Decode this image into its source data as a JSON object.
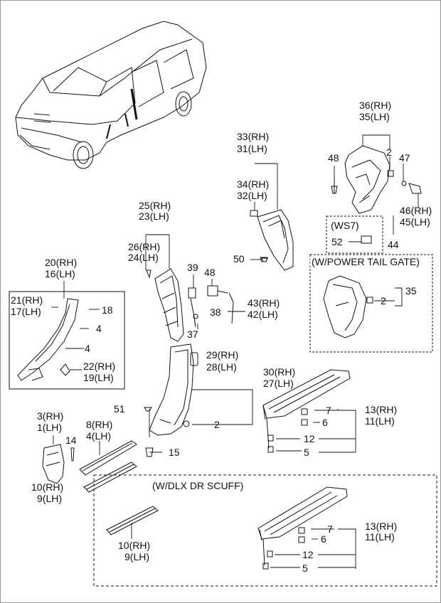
{
  "labels": {
    "c36": "36(RH)",
    "c35": "35(LH)",
    "c33": "33(RH)",
    "c31": "31(LH)",
    "c48a": "48",
    "c2a": "2",
    "c47": "47",
    "c34": "34(RH)",
    "c32": "32(LH)",
    "c46": "46(RH)",
    "c45": "45(LH)",
    "c44": "44",
    "c52": "52",
    "c25": "25(RH)",
    "c23": "23(LH)",
    "c26": "26(RH)",
    "c24": "24(LH)",
    "c50": "50",
    "c20": "20(RH)",
    "c16": "16(LH)",
    "c39": "39",
    "c48b": "48",
    "c21": "21(RH)",
    "c17": "17(LH)",
    "c18": "18",
    "c4a": "4",
    "c4b": "4",
    "c43": "43(RH)",
    "c42": "42(LH)",
    "c38": "38",
    "c37": "37",
    "c2b": "2",
    "c35b": "35",
    "c29": "29(RH)",
    "c28": "28(LH)",
    "c22": "22(RH)",
    "c19": "19(LH)",
    "c30": "30(RH)",
    "c27": "27(LH)",
    "c3": "3(RH)",
    "c1": "1(LH)",
    "c51": "51",
    "c2c": "2",
    "c8": "8(RH)",
    "c4c": "4(LH)",
    "c14": "14",
    "c15": "15",
    "c7a": "7",
    "c13a": "13(RH)",
    "c6a": "6",
    "c11a": "11(LH)",
    "c12a": "12",
    "c5a": "5",
    "c10a": "10(RH)",
    "c9a": "9(LH)",
    "c10b": "10(RH)",
    "c9b": "9(LH)",
    "c7b": "7",
    "c13b": "13(RH)",
    "c6b": "6",
    "c11b": "11(LH)",
    "c12b": "12",
    "c5b": "5"
  },
  "boxes": {
    "ws7": "(WS7)",
    "power_tail_gate": "(W/POWER TAIL GATE)",
    "dlx_scuff": "(W/DLX DR SCUFF)"
  }
}
